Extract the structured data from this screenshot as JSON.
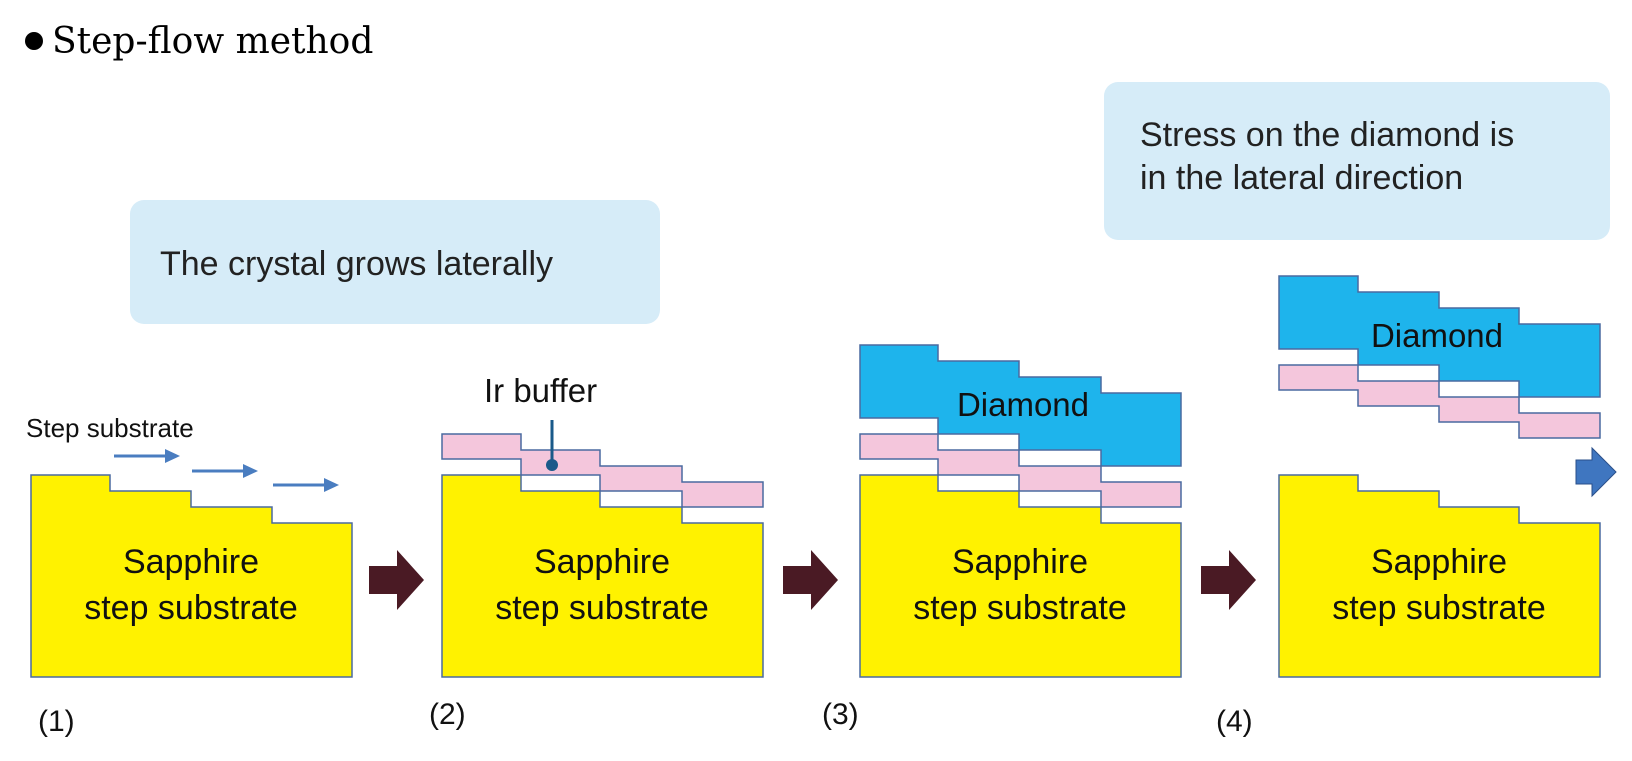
{
  "title": "Step-flow method",
  "callouts": {
    "lateral_growth": "The crystal grows laterally",
    "stress_line1": "Stress on the diamond is",
    "stress_line2": "in the lateral direction"
  },
  "labels": {
    "step_substrate": "Step substrate",
    "ir_buffer": "Ir buffer",
    "substrate_line1": "Sapphire",
    "substrate_line2": "step substrate",
    "diamond": "Diamond"
  },
  "steps": [
    "(1)",
    "(2)",
    "(3)",
    "(4)"
  ],
  "colors": {
    "sapphire": "#fff200",
    "ir_buffer": "#f4c6dc",
    "diamond": "#1eb4ec",
    "callout_bg": "#d6ecf8",
    "flow_arrow": "#4a1a24",
    "growth_arrow": "#4a7dc0",
    "outline": "#4a6aa0"
  }
}
